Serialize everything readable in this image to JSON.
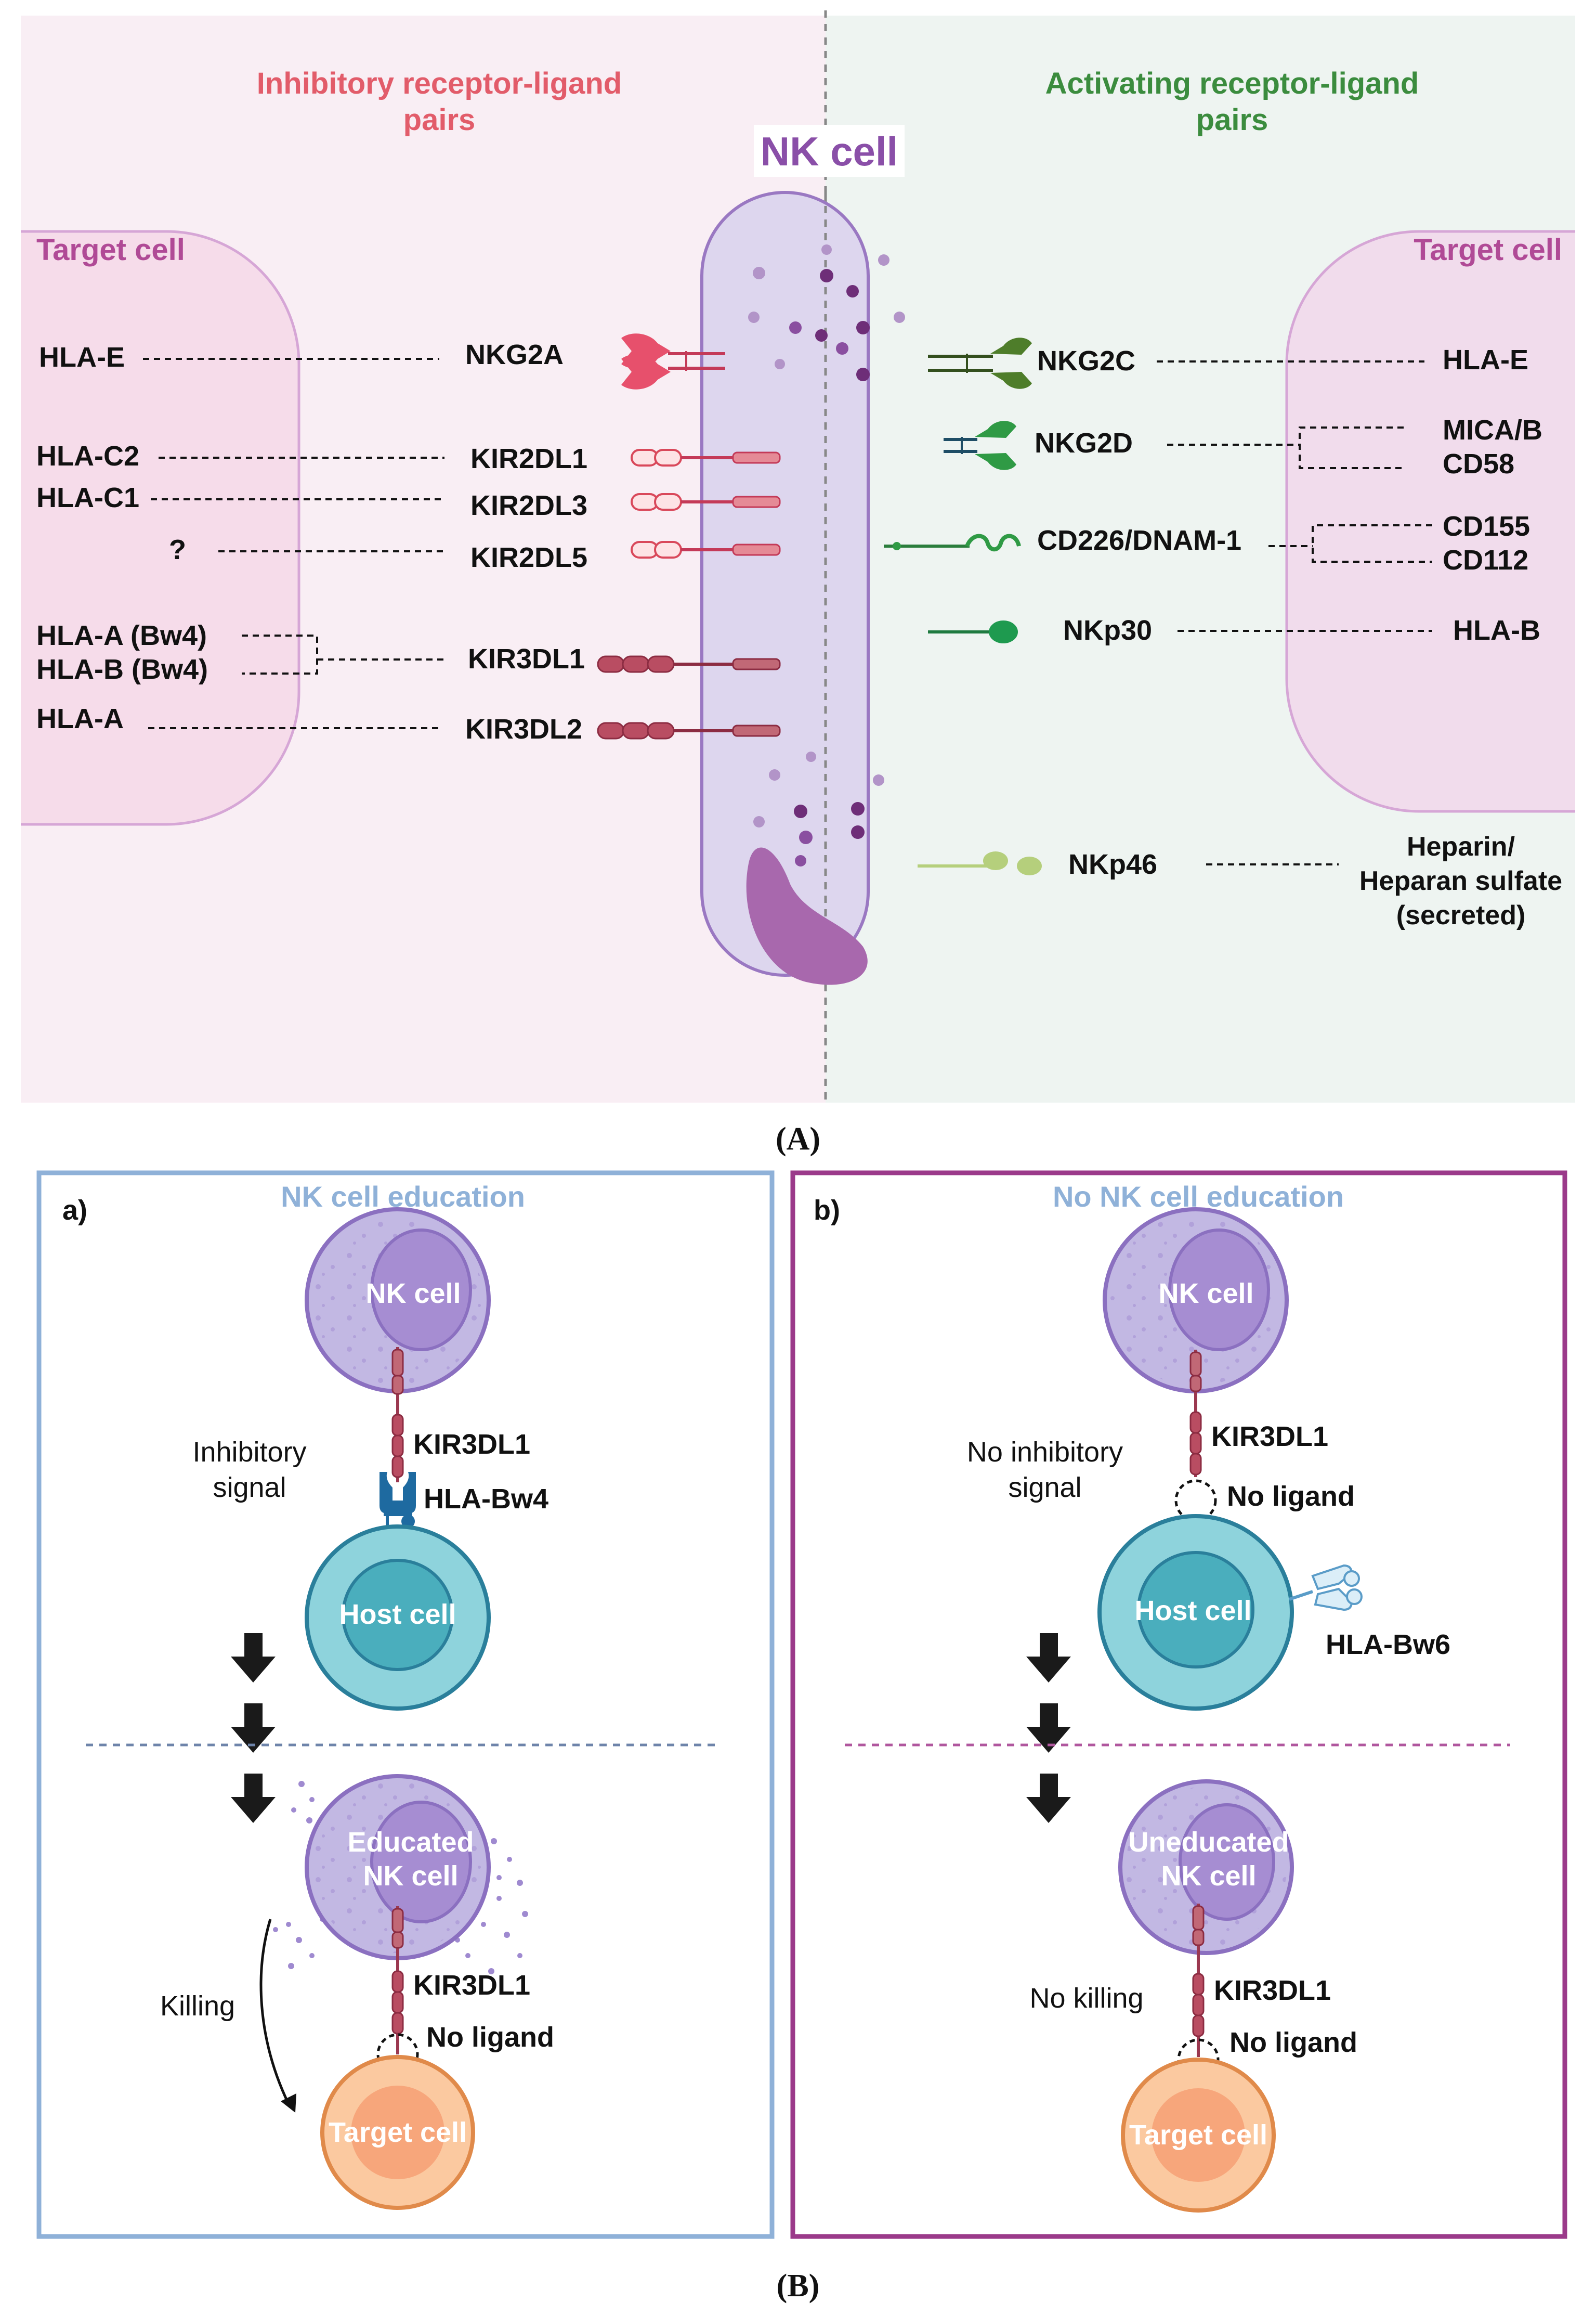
{
  "panel_a": {
    "inhibitory_title": [
      "Inhibitory receptor-ligand",
      "pairs"
    ],
    "activating_title": [
      "Activating receptor-ligand",
      "pairs"
    ],
    "nk_cell_label": "NK cell",
    "target_cell_left": "Target cell",
    "target_cell_right": "Target cell",
    "inhibitory_receptors": [
      "NKG2A",
      "KIR2DL1",
      "KIR2DL3",
      "KIR2DL5",
      "KIR3DL1",
      "KIR3DL2"
    ],
    "inhibitory_ligands": [
      "HLA-E",
      "HLA-C2",
      "HLA-C1",
      "?",
      "HLA-A (Bw4)",
      "HLA-B (Bw4)",
      "HLA-A"
    ],
    "activating_receptors": [
      "NKG2C",
      "NKG2D",
      "CD226/DNAM-1",
      "NKp30",
      "NKp46"
    ],
    "activating_ligands": [
      "HLA-E",
      "MICA/B",
      "CD58",
      "CD155",
      "CD112",
      "HLA-B"
    ],
    "nkp46_ligand": [
      "Heparin/",
      "Heparan sulfate",
      "(secreted)"
    ],
    "label": "(A)"
  },
  "panel_b": {
    "label": "(B)",
    "a": {
      "letter": "a)",
      "title": "NK cell education",
      "nk_cell": "NK cell",
      "receptor_top": "KIR3DL1",
      "ligand": "HLA-Bw4",
      "signal": [
        "Inhibitory",
        "signal"
      ],
      "host_cell": "Host cell",
      "educated_cell": [
        "Educated",
        "NK cell"
      ],
      "receptor_bottom": "KIR3DL1",
      "no_ligand": "No ligand",
      "outcome": "Killing",
      "target_cell": "Target cell"
    },
    "b": {
      "letter": "b)",
      "title": "No NK cell education",
      "nk_cell": "NK cell",
      "receptor_top": "KIR3DL1",
      "no_ligand_top": "No ligand",
      "signal": [
        "No inhibitory",
        "signal"
      ],
      "host_cell": "Host cell",
      "host_ligand": "HLA-Bw6",
      "uneducated_cell": [
        "Uneducated",
        "NK cell"
      ],
      "receptor_bottom": "KIR3DL1",
      "no_ligand": "No ligand",
      "outcome": "No killing",
      "target_cell": "Target cell"
    }
  },
  "colors": {
    "inhibitory": "#e25c6a",
    "activating": "#3b8c3e",
    "nk_title": "#8a4fa8",
    "target_label": "#b04a96",
    "box_a": "#8fb1d8",
    "box_b": "#9b3a8a",
    "title_b": "#8fb1d8"
  }
}
